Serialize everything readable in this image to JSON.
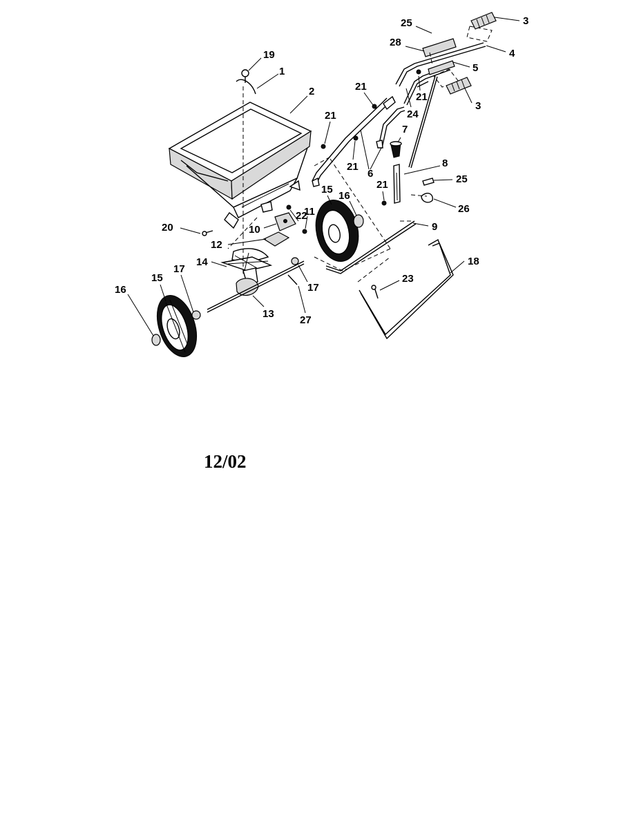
{
  "date_stamp": "12/02",
  "part_labels": [
    {
      "id": "p19",
      "text": "19"
    },
    {
      "id": "p1",
      "text": "1"
    },
    {
      "id": "p2",
      "text": "2"
    },
    {
      "id": "p25a",
      "text": "25"
    },
    {
      "id": "p3a",
      "text": "3"
    },
    {
      "id": "p28",
      "text": "28"
    },
    {
      "id": "p4",
      "text": "4"
    },
    {
      "id": "p5",
      "text": "5"
    },
    {
      "id": "p21a",
      "text": "21"
    },
    {
      "id": "p21b",
      "text": "21"
    },
    {
      "id": "p3b",
      "text": "3"
    },
    {
      "id": "p21c",
      "text": "21"
    },
    {
      "id": "p24",
      "text": "24"
    },
    {
      "id": "p7",
      "text": "7"
    },
    {
      "id": "p21d",
      "text": "21"
    },
    {
      "id": "p6",
      "text": "6"
    },
    {
      "id": "p8",
      "text": "8"
    },
    {
      "id": "p25b",
      "text": "25"
    },
    {
      "id": "p21e",
      "text": "21"
    },
    {
      "id": "p15a",
      "text": "15"
    },
    {
      "id": "p16a",
      "text": "16"
    },
    {
      "id": "p26",
      "text": "26"
    },
    {
      "id": "p22",
      "text": "22"
    },
    {
      "id": "p11",
      "text": "11"
    },
    {
      "id": "p20",
      "text": "20"
    },
    {
      "id": "p10",
      "text": "10"
    },
    {
      "id": "p9",
      "text": "9"
    },
    {
      "id": "p12",
      "text": "12"
    },
    {
      "id": "p18",
      "text": "18"
    },
    {
      "id": "p14",
      "text": "14"
    },
    {
      "id": "p17a",
      "text": "17"
    },
    {
      "id": "p15b",
      "text": "15"
    },
    {
      "id": "p23",
      "text": "23"
    },
    {
      "id": "p16b",
      "text": "16"
    },
    {
      "id": "p17b",
      "text": "17"
    },
    {
      "id": "p13",
      "text": "13"
    },
    {
      "id": "p27",
      "text": "27"
    }
  ]
}
